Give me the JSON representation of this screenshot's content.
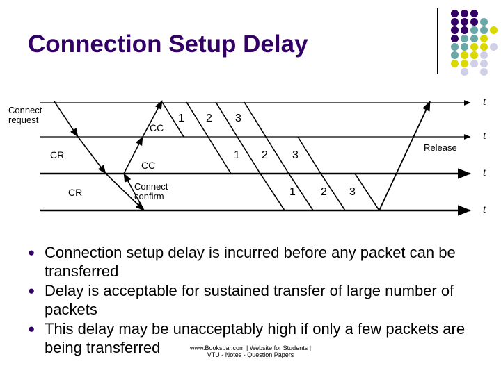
{
  "slide": {
    "title": "Connection Setup Delay",
    "title_color": "#330066",
    "background": "#ffffff"
  },
  "logo": {
    "name": "dot-grid-logo",
    "colors": {
      "purple": "#330066",
      "teal": "#6AA8A8",
      "yellow": "#D9D900",
      "lavender": "#CFCFE6"
    },
    "dots": [
      {
        "col": 0,
        "row": 0,
        "color": "#330066"
      },
      {
        "col": 1,
        "row": 0,
        "color": "#330066"
      },
      {
        "col": 2,
        "row": 0,
        "color": "#330066"
      },
      {
        "col": 0,
        "row": 1,
        "color": "#330066"
      },
      {
        "col": 1,
        "row": 1,
        "color": "#330066"
      },
      {
        "col": 2,
        "row": 1,
        "color": "#330066"
      },
      {
        "col": 3,
        "row": 1,
        "color": "#6AA8A8"
      },
      {
        "col": 0,
        "row": 2,
        "color": "#330066"
      },
      {
        "col": 1,
        "row": 2,
        "color": "#330066"
      },
      {
        "col": 2,
        "row": 2,
        "color": "#6AA8A8"
      },
      {
        "col": 3,
        "row": 2,
        "color": "#6AA8A8"
      },
      {
        "col": 4,
        "row": 2,
        "color": "#D9D900"
      },
      {
        "col": 0,
        "row": 3,
        "color": "#330066"
      },
      {
        "col": 1,
        "row": 3,
        "color": "#6AA8A8"
      },
      {
        "col": 2,
        "row": 3,
        "color": "#6AA8A8"
      },
      {
        "col": 3,
        "row": 3,
        "color": "#D9D900"
      },
      {
        "col": 0,
        "row": 4,
        "color": "#6AA8A8"
      },
      {
        "col": 1,
        "row": 4,
        "color": "#6AA8A8"
      },
      {
        "col": 2,
        "row": 4,
        "color": "#D9D900"
      },
      {
        "col": 3,
        "row": 4,
        "color": "#D9D900"
      },
      {
        "col": 4,
        "row": 4,
        "color": "#CFCFE6"
      },
      {
        "col": 0,
        "row": 5,
        "color": "#6AA8A8"
      },
      {
        "col": 1,
        "row": 5,
        "color": "#D9D900"
      },
      {
        "col": 2,
        "row": 5,
        "color": "#D9D900"
      },
      {
        "col": 3,
        "row": 5,
        "color": "#CFCFE6"
      },
      {
        "col": 0,
        "row": 6,
        "color": "#D9D900"
      },
      {
        "col": 1,
        "row": 6,
        "color": "#D9D900"
      },
      {
        "col": 2,
        "row": 6,
        "color": "#CFCFE6"
      },
      {
        "col": 3,
        "row": 6,
        "color": "#CFCFE6"
      },
      {
        "col": 1,
        "row": 7,
        "color": "#CFCFE6"
      },
      {
        "col": 3,
        "row": 7,
        "color": "#CFCFE6"
      }
    ]
  },
  "diagram": {
    "name": "connection-setup-timing-diagram",
    "timelines": [
      {
        "index": 0,
        "axis_label": "t"
      },
      {
        "index": 1,
        "axis_label": "t"
      },
      {
        "index": 2,
        "axis_label": "t"
      },
      {
        "index": 3,
        "axis_label": "t"
      }
    ],
    "labels": {
      "connect_request": "Connect\nrequest",
      "cr_1": "CR",
      "cr_2": "CR",
      "cc_1": "CC",
      "cc_2": "CC",
      "connect_confirm": "Connect\nconfirm",
      "release": "Release"
    },
    "packet_numbers": {
      "band_1": [
        "1",
        "2",
        "3"
      ],
      "band_2": [
        "1",
        "2",
        "3"
      ],
      "band_3": [
        "1",
        "2",
        "3"
      ]
    }
  },
  "bullets": [
    {
      "marker": "●",
      "text": "Connection setup delay is incurred before any packet can be transferred"
    },
    {
      "marker": "●",
      "text": "Delay is acceptable for sustained transfer of large number of packets"
    },
    {
      "marker": "●",
      "text": "This delay may be unacceptably high if only a few packets are being transferred"
    }
  ],
  "footer": {
    "line1": "www.Bookspar.com | Website for Students |",
    "line2": "VTU - Notes - Question Papers"
  }
}
